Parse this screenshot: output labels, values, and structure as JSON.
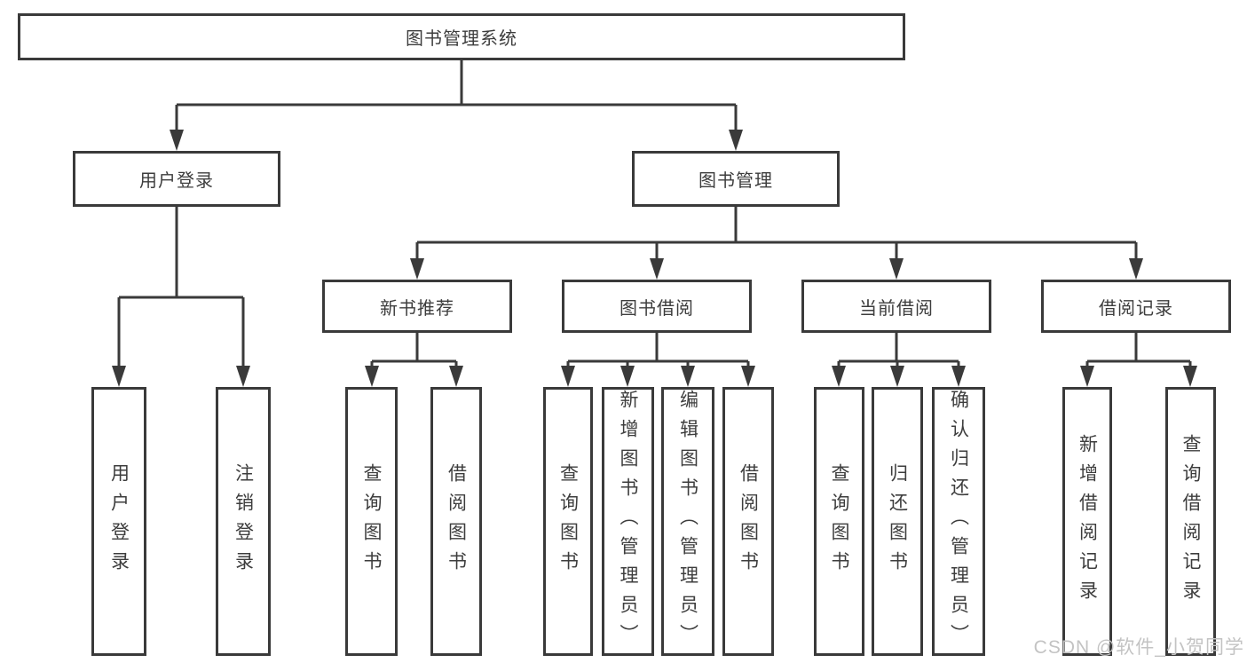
{
  "diagram": {
    "root": {
      "label": "图书管理系统"
    },
    "branches": [
      {
        "label": "用户登录",
        "leaves": [
          {
            "label": "用户登录"
          },
          {
            "label": "注销登录"
          }
        ]
      },
      {
        "label": "图书管理",
        "sections": [
          {
            "label": "新书推荐",
            "leaves": [
              {
                "label": "查询图书"
              },
              {
                "label": "借阅图书"
              }
            ]
          },
          {
            "label": "图书借阅",
            "leaves": [
              {
                "label": "查询图书"
              },
              {
                "label": "新增图书（管理员）"
              },
              {
                "label": "编辑图书（管理员）"
              },
              {
                "label": "借阅图书"
              }
            ]
          },
          {
            "label": "当前借阅",
            "leaves": [
              {
                "label": "查询图书"
              },
              {
                "label": "归还图书"
              },
              {
                "label": "确认归还（管理员）"
              }
            ]
          },
          {
            "label": "借阅记录",
            "leaves": [
              {
                "label": "新增借阅记录"
              },
              {
                "label": "查询借阅记录"
              }
            ]
          }
        ]
      }
    ],
    "watermark": {
      "text": "CSDN @软件_小贺同学"
    },
    "colors": {
      "line": "#3a3a3a",
      "text": "#3d3d3d",
      "watermark": "#c3c3c3",
      "background": "#ffffff"
    }
  }
}
